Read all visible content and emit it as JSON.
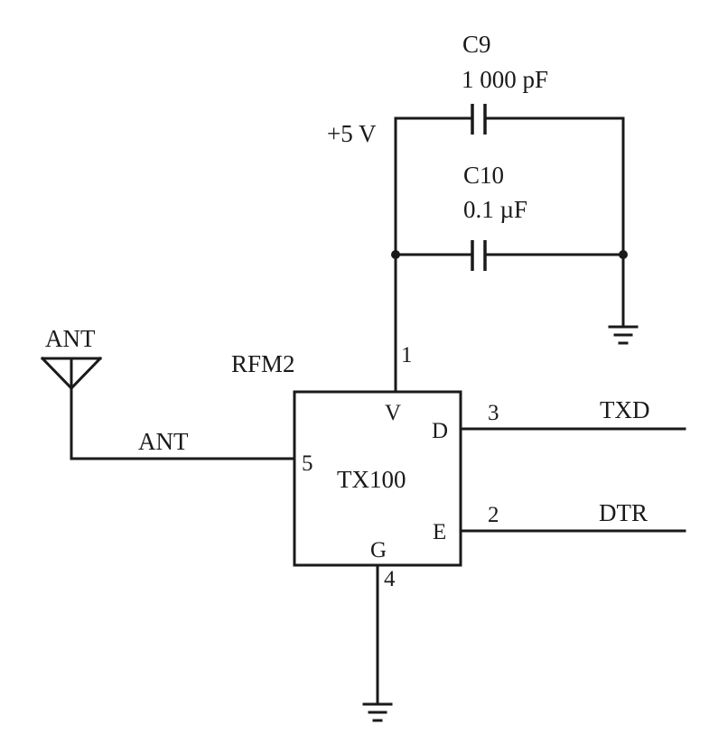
{
  "antenna": {
    "symbol_label": "ANT",
    "net_label": "ANT"
  },
  "module": {
    "ref": "RFM2",
    "part": "TX100"
  },
  "supply": {
    "label": "+5 V"
  },
  "capacitors": [
    {
      "ref": "C9",
      "value": "1 000 pF"
    },
    {
      "ref": "C10",
      "value": "0.1 µF"
    }
  ],
  "pins": {
    "v": {
      "name": "V",
      "number": "1"
    },
    "d": {
      "name": "D",
      "number": "3"
    },
    "e": {
      "name": "E",
      "number": "2"
    },
    "g": {
      "name": "G",
      "number": "4"
    },
    "ant": {
      "number": "5"
    }
  },
  "nets": {
    "txd": "TXD",
    "dtr": "DTR"
  },
  "icons": [
    "antenna-icon",
    "ground-icon",
    "capacitor-icon",
    "junction-dot"
  ]
}
